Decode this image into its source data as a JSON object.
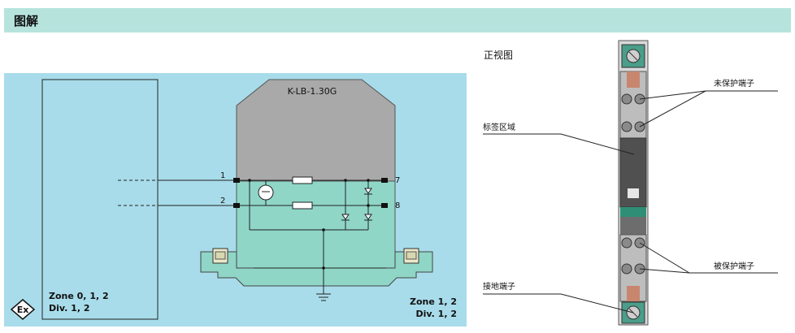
{
  "header": {
    "title": "图解"
  },
  "schematic": {
    "device_name": "K-LB-1.30G",
    "terminals": [
      "1",
      "2",
      "7",
      "8"
    ],
    "zone_left": [
      "Zone 0, 1, 2",
      "Div. 1, 2"
    ],
    "zone_right": [
      "Zone 1, 2",
      "Div. 1, 2"
    ],
    "ex_mark": "Ex",
    "colors": {
      "background": "#a8dcea",
      "module": "#8fd6c7",
      "housing": "#a9a9a9"
    }
  },
  "front_view": {
    "title": "正视图",
    "labels": {
      "unprotected": "未保护端子",
      "label_area": "标签区域",
      "protected": "被保护端子",
      "ground": "接地端子"
    }
  }
}
